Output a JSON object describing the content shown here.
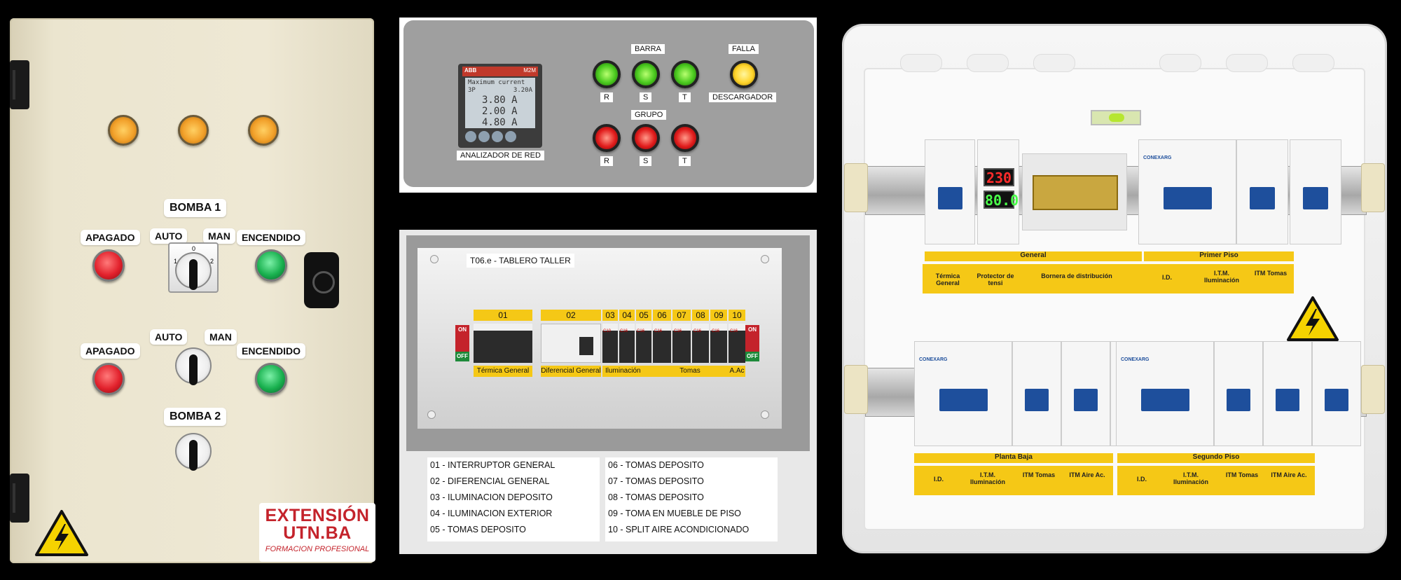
{
  "door": {
    "bomba1_label": "BOMBA 1",
    "bomba2_label": "BOMBA 2",
    "apagado_label": "APAGADO",
    "encendido_label": "ENCENDIDO",
    "auto_label": "AUTO",
    "man_label": "MAN",
    "selector_positions": [
      "1",
      "0",
      "2"
    ],
    "lamp_color": "#f2a12b",
    "logo": {
      "line1": "EXTENSIÓN",
      "line2": "UTN.BA",
      "line3": "FORMACION PROFESIONAL"
    }
  },
  "top_panel": {
    "analyzer": {
      "label": "ANALIZADOR DE RED",
      "brand": "ABB",
      "model": "M2M",
      "screen_title": "Maximum current",
      "screen_sub": "3P",
      "screen_value": "3.20A",
      "readings": [
        "3.80",
        "2.00",
        "4.80"
      ],
      "unit": "A"
    },
    "barra_label": "BARRA",
    "grupo_label": "GRUPO",
    "falla_label": "FALLA",
    "descargador_label": "DESCARGADOR",
    "phases": [
      "R",
      "S",
      "T"
    ]
  },
  "taller": {
    "title": "T06.e - TABLERO TALLER",
    "on_label": "ON",
    "off_label": "OFF",
    "numbers": [
      "01",
      "02",
      "03",
      "04",
      "05",
      "06",
      "07",
      "08",
      "09",
      "10"
    ],
    "ratings": [
      "C10",
      "C16",
      "C16",
      "C16",
      "C16",
      "C16",
      "C16",
      "C16"
    ],
    "groups": [
      "Térmica General",
      "Diferencial General",
      "Iluminación",
      "Tomas",
      "A.Ac"
    ],
    "legend_left": [
      "01 - INTERRUPTOR GENERAL",
      "02 - DIFERENCIAL GENERAL",
      "03 - ILUMINACION DEPOSITO",
      "04 - ILUMINACION EXTERIOR",
      "05 - TOMAS DEPOSITO"
    ],
    "legend_right": [
      "06 - TOMAS DEPOSITO",
      "07 - TOMAS DEPOSITO",
      "08 - TOMAS DEPOSITO",
      "09 - TOMA EN MUEBLE DE PISO",
      "10 - SPLIT AIRE ACONDICIONADO"
    ]
  },
  "box": {
    "voltage": "230",
    "current": "80.0",
    "brand": "CONEXARG",
    "general": {
      "title": "General",
      "items": [
        "Térmica General",
        "Protector de tensi",
        "Bornera de distribución"
      ]
    },
    "primer_piso": {
      "title": "Primer Piso",
      "items": [
        "I.D.",
        "I.T.M. Iluminación",
        "ITM Tomas"
      ]
    },
    "planta_baja": {
      "title": "Planta Baja",
      "items": [
        "I.D.",
        "I.T.M. Iluminación",
        "ITM Tomas",
        "ITM Aire Ac."
      ]
    },
    "segundo_piso": {
      "title": "Segundo Piso",
      "items": [
        "I.D.",
        "I.T.M. Iluminación",
        "ITM Tomas",
        "ITM Aire Ac."
      ]
    }
  }
}
